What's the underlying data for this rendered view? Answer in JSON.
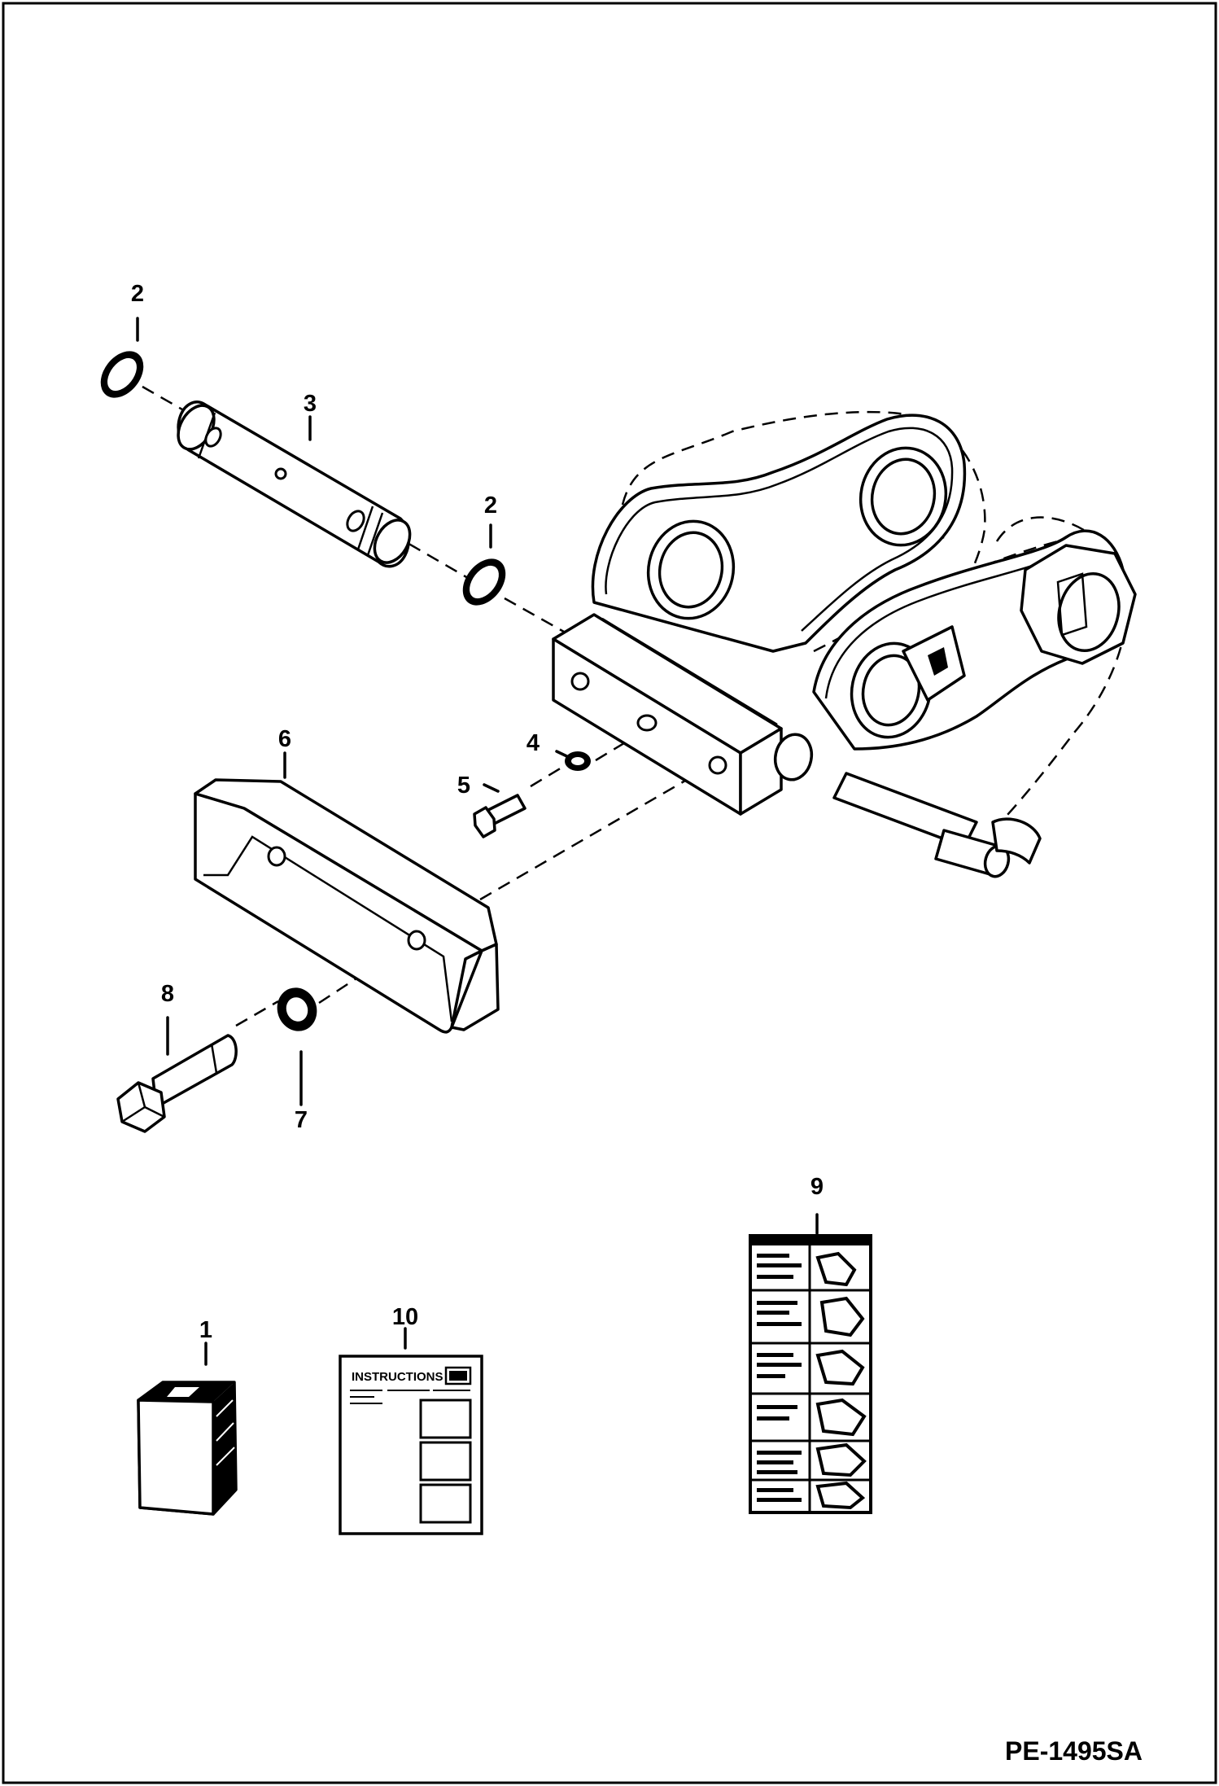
{
  "drawing_code": "PE-1495SA",
  "instructions_sheet_title": "INSTRUCTIONS",
  "callouts": [
    {
      "id": "c1",
      "label": "1"
    },
    {
      "id": "c2a",
      "label": "2"
    },
    {
      "id": "c2b",
      "label": "2"
    },
    {
      "id": "c3",
      "label": "3"
    },
    {
      "id": "c4",
      "label": "4"
    },
    {
      "id": "c5",
      "label": "5"
    },
    {
      "id": "c6",
      "label": "6"
    },
    {
      "id": "c7",
      "label": "7"
    },
    {
      "id": "c8",
      "label": "8"
    },
    {
      "id": "c9",
      "label": "9"
    },
    {
      "id": "c10",
      "label": "10"
    }
  ]
}
